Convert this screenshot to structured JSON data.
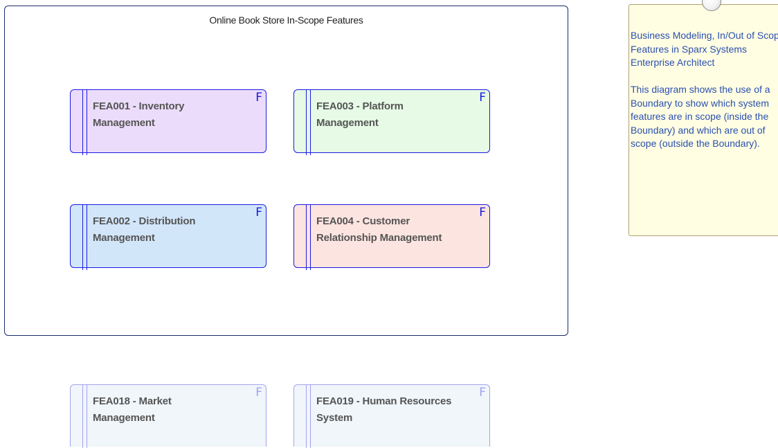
{
  "boundary": {
    "title": "Online Book Store In-Scope Features"
  },
  "features_in_scope": [
    {
      "label": "FEA001 - Inventory Management",
      "stereotype": "F",
      "fill": "#ecdcfc"
    },
    {
      "label": "FEA003 - Platform Management",
      "stereotype": "F",
      "fill": "#e6fae6"
    },
    {
      "label": "FEA002 - Distribution Management",
      "stereotype": "F",
      "fill": "#d2e6fa"
    },
    {
      "label": "FEA004 - Customer Relationship Management",
      "stereotype": "F",
      "fill": "#fce4e0"
    }
  ],
  "features_out_of_scope": [
    {
      "label": "FEA018 - Market Management",
      "stereotype": "F",
      "fill": "#f0f6fa"
    },
    {
      "label": "FEA019 - Human Resources System",
      "stereotype": "F",
      "fill": "#f0f6fa"
    }
  ],
  "note": {
    "heading": "Business Modeling, In/Out of Scope Features in Sparx Systems Enterprise Architect",
    "body": "This diagram shows the use of a Boundary to show which system features are in scope (inside the Boundary) and which are out of scope (outside the Boundary)."
  },
  "colors": {
    "element_border": "#1a1ae0",
    "faded_border": "#a3a3ee",
    "boundary_border": "#1c2a6e",
    "note_fill": "#fffde2",
    "note_text": "#2a50b0"
  }
}
